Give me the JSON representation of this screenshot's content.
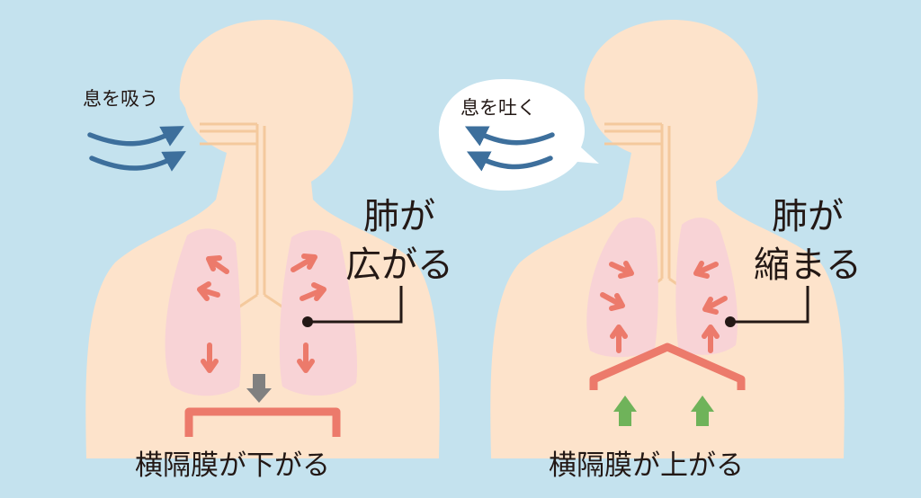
{
  "colors": {
    "background": "#c4e2ee",
    "body": "#fde3cb",
    "lung": "#f8d3d6",
    "lung_arrow": "#ec7a6b",
    "diaphragm": "#ec7a6b",
    "down_arrow": "#808080",
    "up_arrow": "#6fb35a",
    "air_arrow": "#3d6f9c",
    "text": "#231815"
  },
  "inhale": {
    "breath_label": "息を吸う",
    "lung_label_line1": "肺が",
    "lung_label_line2": "広がる",
    "diaphragm_caption": "横隔膜が下がる",
    "air_icon": "air-in-arrows-icon",
    "diaphragm_icon": "arrow-down-icon"
  },
  "exhale": {
    "breath_label": "息を吐く",
    "lung_label_line1": "肺が",
    "lung_label_line2": "縮まる",
    "diaphragm_caption": "横隔膜が上がる",
    "air_icon": "air-out-arrows-icon",
    "diaphragm_icon": "arrow-up-icon"
  }
}
